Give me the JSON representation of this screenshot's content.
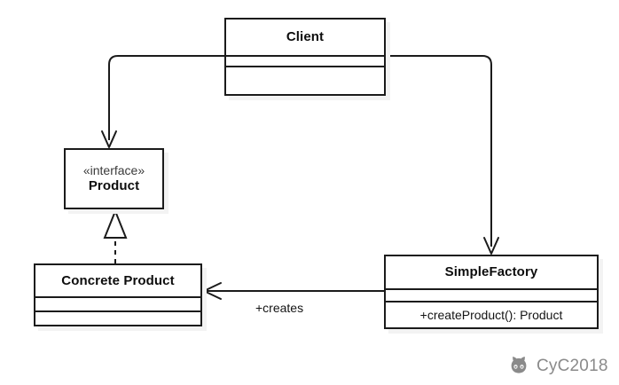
{
  "diagram": {
    "title": "Simple Factory UML class diagram",
    "stroke_color": "#1b1b1b",
    "shadow_color": "#f3f3f3",
    "background": "#ffffff",
    "classes": [
      {
        "id": "client",
        "name": "Client",
        "stereotype": "",
        "attributes": "",
        "operations": ""
      },
      {
        "id": "product",
        "name": "Product",
        "stereotype": "«interface»",
        "attributes": "",
        "operations": ""
      },
      {
        "id": "concrete-product",
        "name": "Concrete Product",
        "stereotype": "",
        "attributes": "",
        "operations": ""
      },
      {
        "id": "simple-factory",
        "name": "SimpleFactory",
        "stereotype": "",
        "attributes": "",
        "operations": "+createProduct(): Product"
      }
    ],
    "relations": [
      {
        "id": "client-uses-product",
        "from": "Client",
        "to": "Product",
        "type": "association",
        "label": ""
      },
      {
        "id": "client-uses-factory",
        "from": "Client",
        "to": "SimpleFactory",
        "type": "association",
        "label": ""
      },
      {
        "id": "concrete-realizes-product",
        "from": "Concrete Product",
        "to": "Product",
        "type": "realization",
        "label": ""
      },
      {
        "id": "factory-creates-concrete",
        "from": "SimpleFactory",
        "to": "Concrete Product",
        "type": "association",
        "label": "+creates"
      }
    ]
  },
  "watermark": {
    "label": "CyC2018",
    "icon": "octocat-icon",
    "color": "#8a8a8a"
  }
}
